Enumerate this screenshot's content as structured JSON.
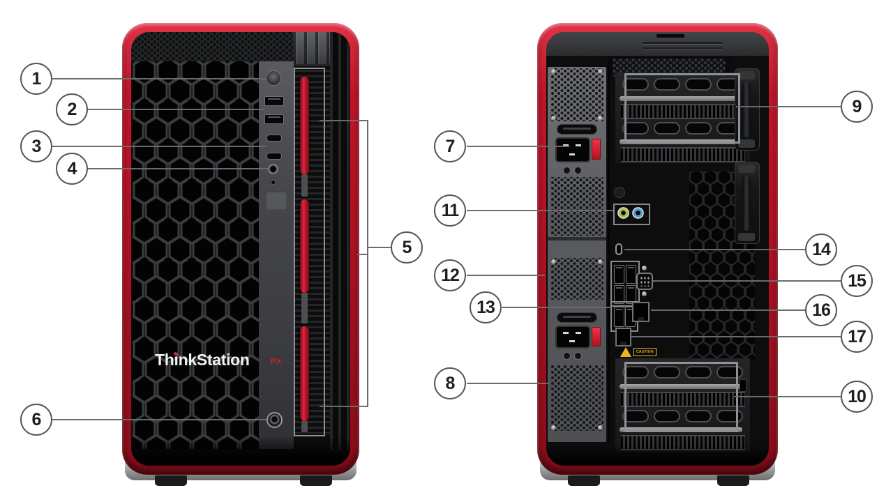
{
  "callouts": [
    "1",
    "2",
    "3",
    "4",
    "5",
    "6",
    "7",
    "8",
    "9",
    "10",
    "11",
    "12",
    "13",
    "14",
    "15",
    "16",
    "17"
  ],
  "front": {
    "logo": "ThinkStation",
    "badge": "PX"
  },
  "rear": {
    "caution_label": "CAUTION"
  },
  "colors": {
    "accent_red": "#c01425",
    "leader_line_gray": "#6a6b6f",
    "callout_border_gray": "#55565a",
    "audio_line_out_green": "#a6c23d",
    "audio_line_in_blue": "#4e9ed0",
    "caution_yellow": "#ebb51d"
  }
}
